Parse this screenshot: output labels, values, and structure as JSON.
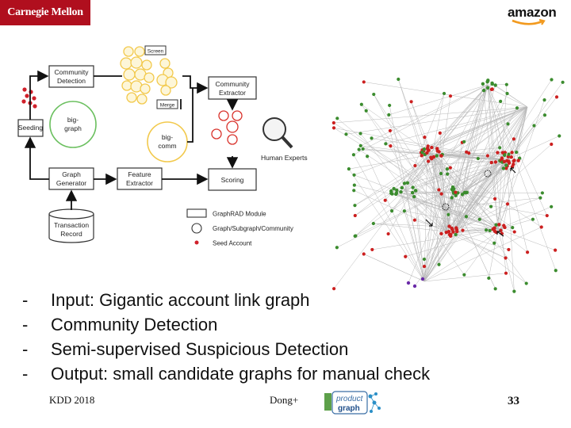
{
  "header": {
    "university_logo": "Carnegie Mellon",
    "company_logo": "amazon"
  },
  "diagram": {
    "screen": "Screen",
    "community_detection": [
      "Community",
      "Detection"
    ],
    "big_graph": [
      "big-",
      "graph"
    ],
    "merge": "Merge",
    "big_comm": [
      "big-",
      "comm"
    ],
    "community_extractor": [
      "Community",
      "Extractor"
    ],
    "seeding": "Seeding",
    "human_experts": "Human Experts",
    "graph_generator": [
      "Graph",
      "Generator"
    ],
    "feature_extractor": [
      "Feature",
      "Extractor"
    ],
    "scoring": "Scoring",
    "transaction_record": [
      "Transaction",
      "Record"
    ],
    "legend": {
      "module": "GraphRAD Module",
      "graph": "Graph/Subgraph/Community",
      "seed": "Seed Account"
    }
  },
  "bullets": [
    {
      "dash": "-",
      "text": "Input: Gigantic account link graph"
    },
    {
      "dash": "-",
      "text": "Community Detection"
    },
    {
      "dash": "-",
      "text": "Semi-supervised Suspicious Detection"
    },
    {
      "dash": "-",
      "text": "Output: small candidate graphs for manual check"
    }
  ],
  "footer": {
    "venue": "KDD 2018",
    "author": "Dong+",
    "page": "33",
    "logo_top": "product",
    "logo_bottom": "graph"
  },
  "colors": {
    "cmu_red": "#b00f1e",
    "module_border": "#333333",
    "green_circle": "#6abf5e",
    "yellow_circle": "#f2c94c",
    "red_circle": "#d9322b",
    "seed": "#d0202a",
    "net_green": "#3b8c2e",
    "net_red": "#cc1f1f"
  }
}
